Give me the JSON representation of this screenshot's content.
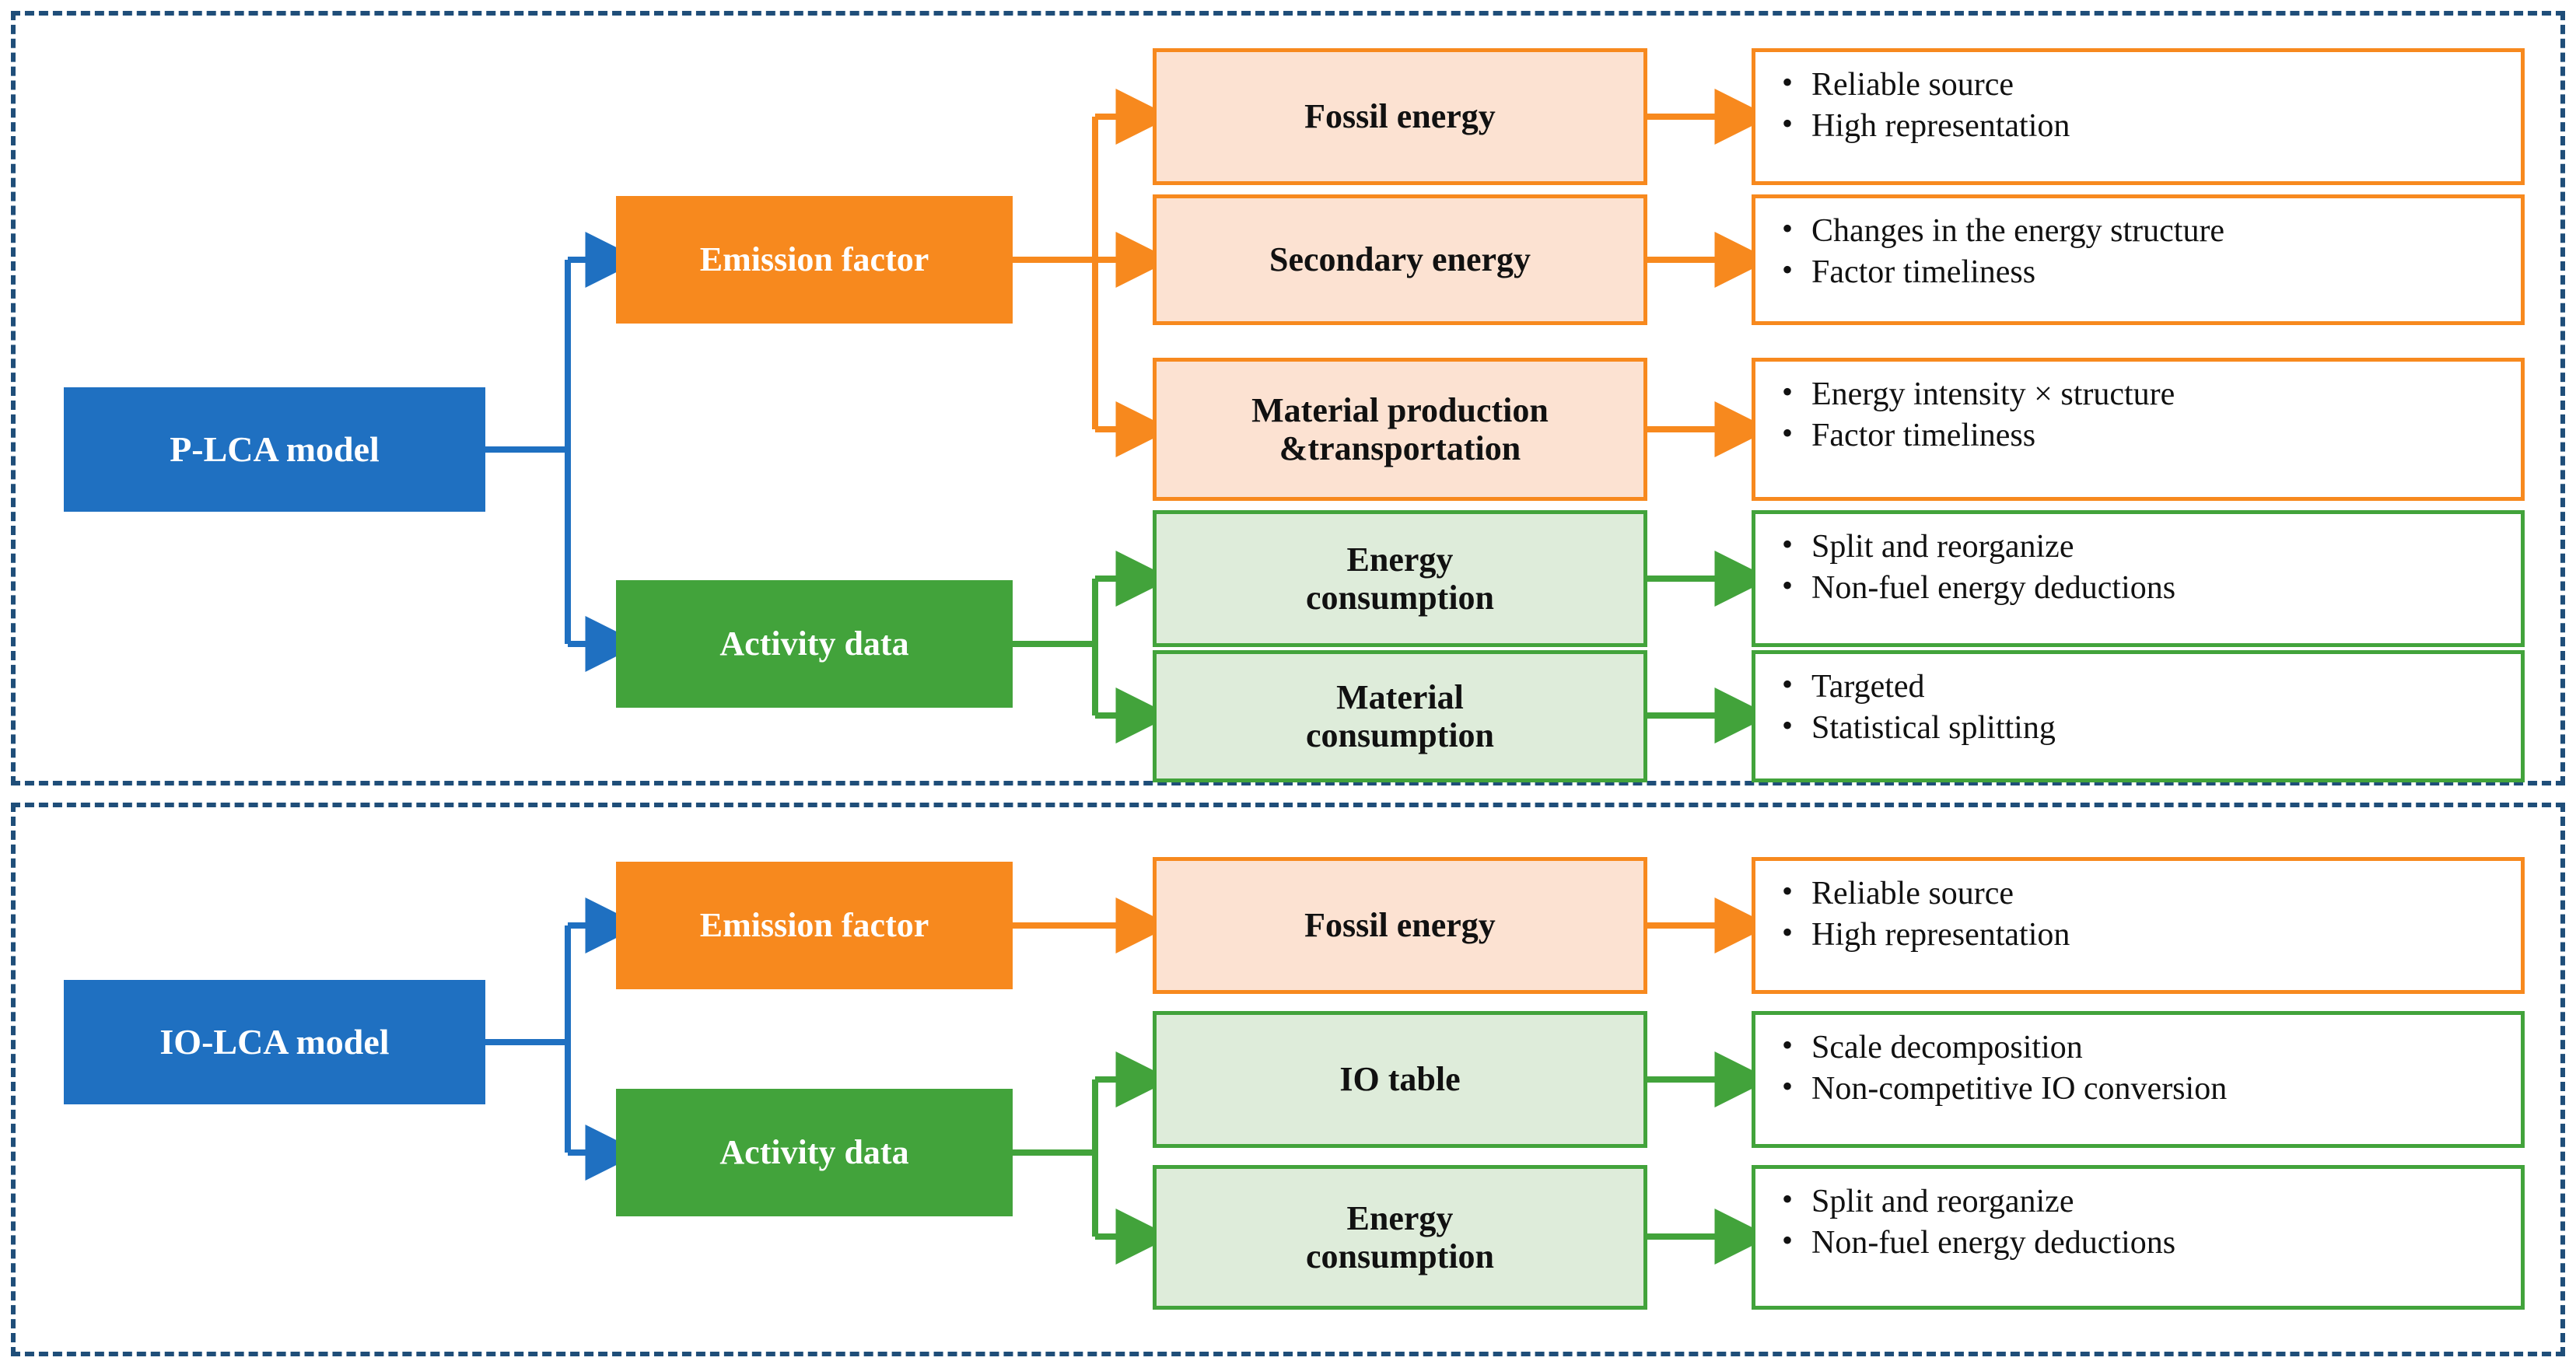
{
  "diagram": {
    "title_hidden": "",
    "colors": {
      "panel_border": "#1F4E79",
      "root_blue": "#1F70C1",
      "emission_orange": "#F7891E",
      "activity_green": "#42A33B",
      "sub_orange_fill": "#FCE2D2",
      "sub_green_fill": "#DEECDA",
      "text_dark": "#111111",
      "text_light": "#FFFFFF"
    },
    "panels": [
      {
        "id": "p-lca",
        "root": "P-LCA model",
        "branches": [
          {
            "category": "Emission factor",
            "kind": "orange",
            "items": [
              {
                "name": "Fossil energy",
                "bullets": [
                  "Reliable source",
                  "High representation"
                ]
              },
              {
                "name": "Secondary energy",
                "bullets": [
                  "Changes in the energy structure",
                  "Factor timeliness"
                ]
              },
              {
                "name": "Material production\n&transportation",
                "bullets": [
                  "Energy intensity × structure",
                  "Factor timeliness"
                ]
              }
            ]
          },
          {
            "category": "Activity data",
            "kind": "green",
            "items": [
              {
                "name": "Energy\nconsumption",
                "bullets": [
                  "Split and reorganize",
                  "Non-fuel energy deductions"
                ]
              },
              {
                "name": "Material\nconsumption",
                "bullets": [
                  "Targeted",
                  "Statistical splitting"
                ]
              }
            ]
          }
        ]
      },
      {
        "id": "io-lca",
        "root": "IO-LCA model",
        "branches": [
          {
            "category": "Emission factor",
            "kind": "orange",
            "items": [
              {
                "name": "Fossil energy",
                "bullets": [
                  "Reliable source",
                  "High representation"
                ]
              }
            ]
          },
          {
            "category": "Activity data",
            "kind": "green",
            "items": [
              {
                "name": "IO table",
                "bullets": [
                  "Scale decomposition",
                  "Non-competitive IO conversion"
                ]
              },
              {
                "name": "Energy\nconsumption",
                "bullets": [
                  "Split and reorganize",
                  "Non-fuel energy deductions"
                ]
              }
            ]
          }
        ]
      }
    ],
    "labels": {
      "top_root": "P-LCA model",
      "bottom_root": "IO-LCA model",
      "emission_factor": "Emission factor",
      "activity_data": "Activity data",
      "fossil_energy": "Fossil energy",
      "secondary_energy": "Secondary energy",
      "material_production": "Material production\n&transportation",
      "energy_consumption": "Energy\nconsumption",
      "material_consumption": "Material\nconsumption",
      "io_table": "IO table"
    },
    "bullet_groups": {
      "fossil": [
        "Reliable source",
        "High representation"
      ],
      "secondary": [
        "Changes in the energy structure",
        "Factor timeliness"
      ],
      "material_prod": [
        "Energy intensity × structure",
        "Factor timeliness"
      ],
      "energy_cons": [
        "Split and reorganize",
        "Non-fuel energy deductions"
      ],
      "material_cons": [
        "Targeted",
        "Statistical splitting"
      ],
      "io_table": [
        "Scale decomposition",
        "Non-competitive IO conversion"
      ],
      "energy_cons2": [
        "Split and reorganize",
        "Non-fuel energy deductions"
      ]
    }
  }
}
